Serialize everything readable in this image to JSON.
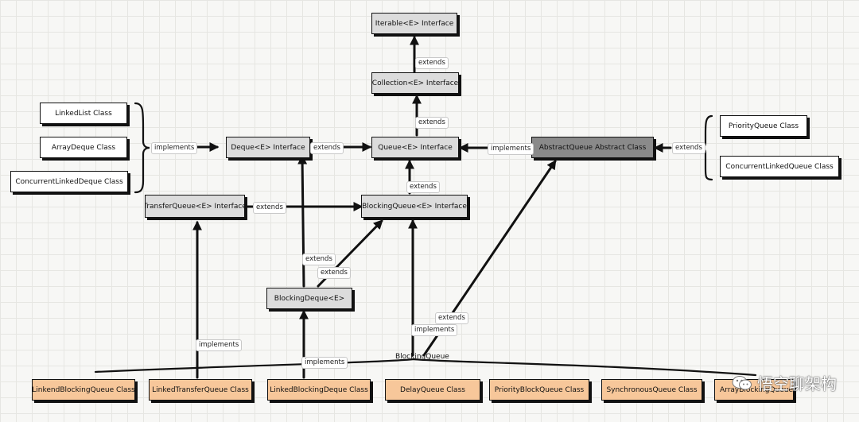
{
  "boxes": {
    "iterable": "Iterable<E> Interface",
    "collection": "Collection<E> Interface",
    "queue": "Queue<E> Interface",
    "deque": "Deque<E> Interface",
    "abstract_queue": "AbstractQueue Abstract Class",
    "blocking_queue": "BlockingQueue<E> Interface",
    "transfer_queue": "TransferQueue<E> Interface",
    "blocking_deque": "BlockingDeque<E>",
    "linked_list": "LinkedList Class",
    "array_deque": "ArrayDeque Class",
    "concurrent_linked_deque": "ConcurrentLinkedDeque Class",
    "priority_queue": "PriorityQueue Class",
    "concurrent_linked_queue": "ConcurrentLinkedQueue Class",
    "bottom": [
      "LinkendBlockingQueue Class",
      "LinkedTransferQueue Class",
      "LinkedBlockingDeque Class",
      "DelayQueue Class",
      "PriorityBlockQueue Class",
      "SynchronousQueue Class",
      "ArrayBlockingQueue Class"
    ]
  },
  "labels": {
    "extends": "extends",
    "implements": "implements",
    "blocking_queue_group": "BlockingQueue"
  },
  "watermark": "悟空聊架构",
  "colors": {
    "interface_fill": "#dcdcdc",
    "abstract_fill": "#8a8a8a",
    "class_fill": "#ffffff",
    "bottom_class_fill": "#f7c79a"
  }
}
